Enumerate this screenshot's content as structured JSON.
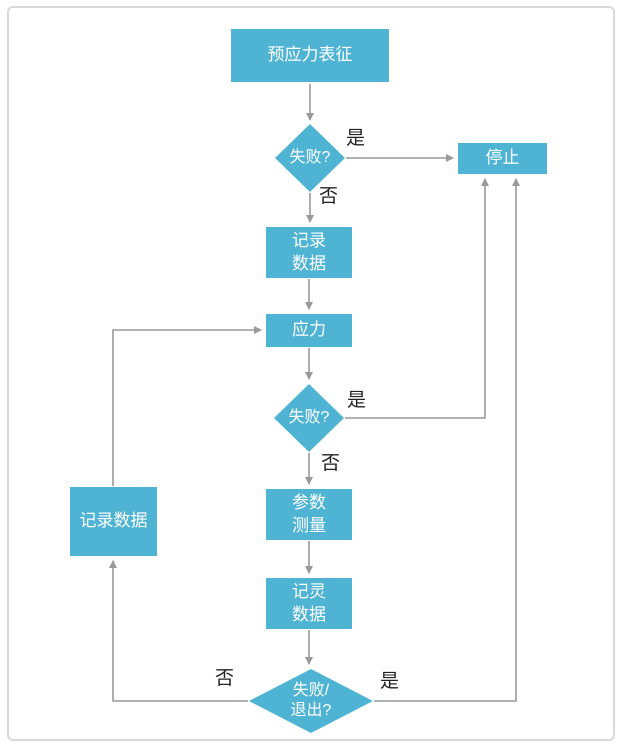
{
  "flowchart": {
    "nodes": {
      "start": {
        "label": "预应力表征"
      },
      "decision1": {
        "label": "失败?"
      },
      "record_data_top": {
        "label": "记录\n数据"
      },
      "stress": {
        "label": "应力"
      },
      "decision2": {
        "label": "失败?"
      },
      "param_measure": {
        "label": "参数\n测量"
      },
      "record_data_mid": {
        "label": "记灵\n数据"
      },
      "decision3": {
        "label": "失败/\n退出?"
      },
      "stop": {
        "label": "停止"
      },
      "record_data_left": {
        "label": "记录数据"
      }
    },
    "branch_labels": {
      "d1_yes": "是",
      "d1_no": "否",
      "d2_yes": "是",
      "d2_no": "否",
      "d3_yes": "是",
      "d3_no": "否"
    },
    "colors": {
      "node_fill": "#4FB4D4",
      "node_text": "#ffffff",
      "connector": "#999999",
      "branch_text": "#222222",
      "page_border": "#d9d9d9"
    }
  }
}
